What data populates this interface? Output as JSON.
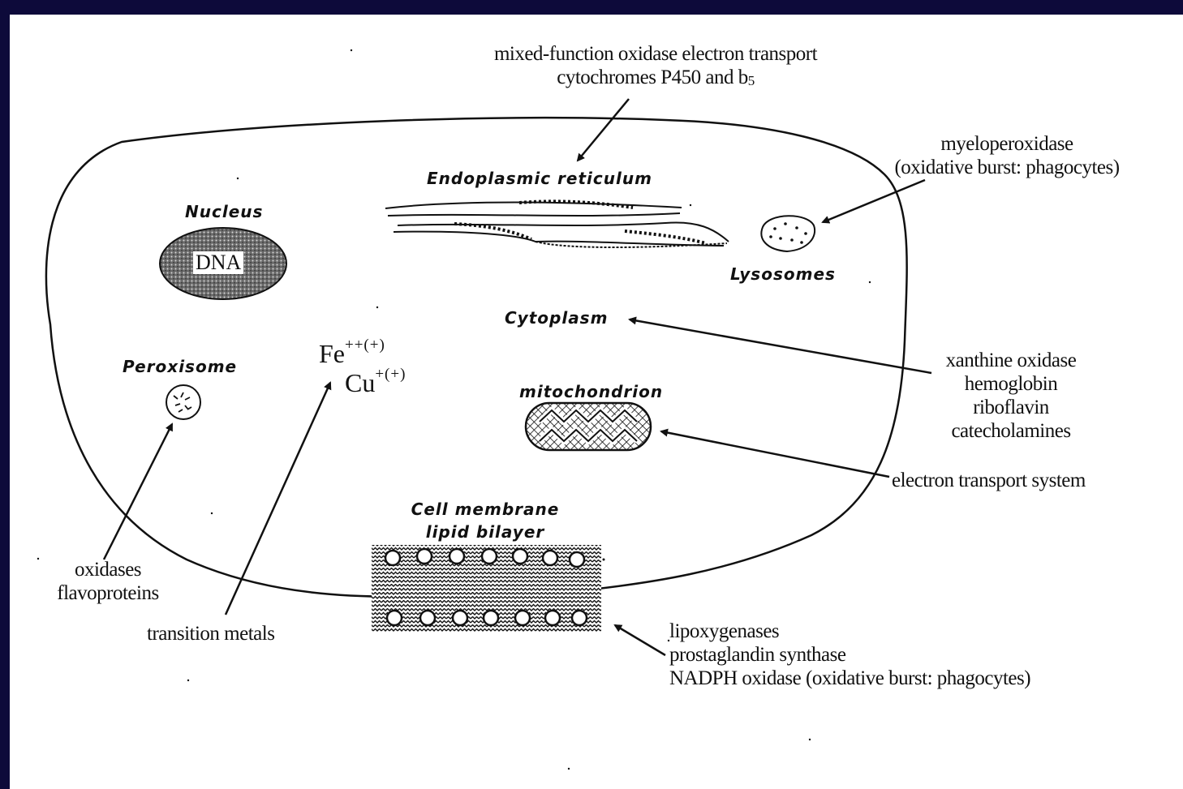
{
  "top_label": {
    "line1": "mixed-function oxidase electron transport",
    "line2_prefix": "cytochromes P450 and b",
    "line2_sub": "5"
  },
  "organelles": {
    "endoplasmic_reticulum": "Endoplasmic  reticulum",
    "nucleus": "Nucleus",
    "dna": "DNA",
    "lysosomes": "Lysosomes",
    "cytoplasm": "Cytoplasm",
    "peroxisome": "Peroxisome",
    "mitochondrion": "mitochondrion",
    "cell_membrane_line1": "Cell  membrane",
    "cell_membrane_line2": "lipid  bilayer"
  },
  "metals": {
    "fe": "Fe",
    "fe_charge": "++(+)",
    "cu": "Cu",
    "cu_charge": "+(+)"
  },
  "sources": {
    "myeloperoxidase": [
      "myeloperoxidase",
      "(oxidative burst: phagocytes)"
    ],
    "cytoplasm_sources": [
      "xanthine oxidase",
      "hemoglobin",
      "riboflavin",
      "catecholamines"
    ],
    "electron_transport": "electron transport system",
    "peroxisome_sources": [
      "oxidases",
      "flavoproteins"
    ],
    "transition_metals": "transition metals",
    "membrane_sources": [
      "lipoxygenases",
      "prostaglandin synthase",
      "NADPH oxidase (oxidative burst: phagocytes)"
    ]
  },
  "colors": {
    "frame": "#0d0a3a",
    "panel": "#ffffff",
    "ink": "#111111"
  }
}
